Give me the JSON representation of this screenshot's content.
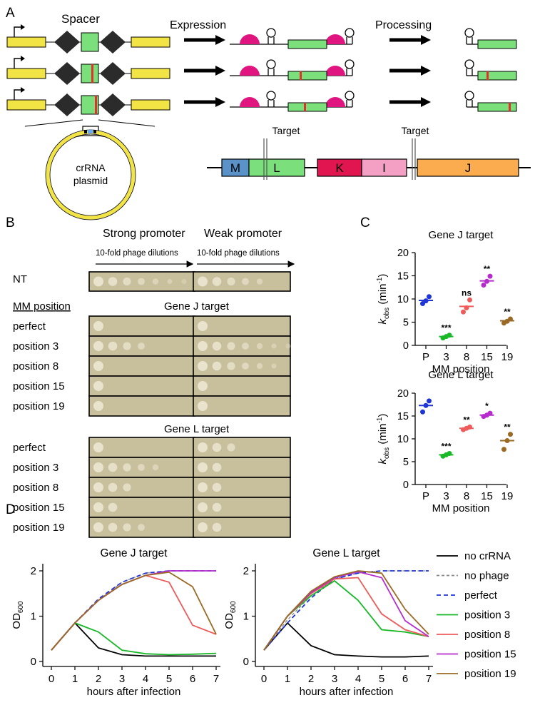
{
  "panel_labels": {
    "a": "A",
    "b": "B",
    "c": "C",
    "d": "D"
  },
  "panel_a": {
    "spacer_label": "Spacer",
    "expression_label": "Expression",
    "processing_label": "Processing",
    "plasmid_label_1": "crRNA",
    "plasmid_label_2": "plasmid",
    "target_label": "Target",
    "genes": [
      "M",
      "L",
      "K",
      "I",
      "J"
    ],
    "colors": {
      "repeat_flank": "#f3e445",
      "spacer": "#7be07b",
      "mismatch": "#e0312a",
      "cas": "#e0157f",
      "plasmid": "#f3e445",
      "gene_M": "#5b93c9",
      "gene_L": "#7be07b",
      "gene_K": "#e1154f",
      "gene_I": "#f4a0c4",
      "gene_J": "#fbac4e"
    }
  },
  "panel_b": {
    "strong_promoter": "Strong promoter",
    "weak_promoter": "Weak promoter",
    "dilutions_label": "10-fold phage dilutions",
    "nt_label": "NT",
    "mm_position_header": "MM position",
    "gene_j_title": "Gene J target",
    "gene_l_title": "Gene L target",
    "row_labels": [
      "perfect",
      "position 3",
      "position 8",
      "position 15",
      "position 19"
    ],
    "plaques": {
      "NT": [
        7,
        5
      ],
      "J": [
        [
          1,
          1
        ],
        [
          4,
          7
        ],
        [
          1,
          6
        ],
        [
          1,
          1
        ],
        [
          1,
          1
        ]
      ],
      "L": [
        [
          1,
          3
        ],
        [
          5,
          2
        ],
        [
          3,
          2
        ],
        [
          2,
          2
        ],
        [
          4,
          2
        ]
      ]
    }
  },
  "panel_c": {
    "xlabel": "MM position",
    "ylabel_k": "k",
    "ylabel_sub": "obs",
    "ylabel_unit": "(min",
    "ylabel_sup": "-1",
    "ylabel_close": ")",
    "chart_data": [
      {
        "type": "scatter",
        "title": "Gene J target",
        "categories": [
          "P",
          "3",
          "8",
          "15",
          "19"
        ],
        "ylim": [
          0,
          20
        ],
        "yticks": [
          0,
          5,
          10,
          15,
          20
        ],
        "colors": [
          "#1f35d6",
          "#19b828",
          "#ee5b5b",
          "#b52bcc",
          "#9a6a24"
        ],
        "points": [
          [
            9.0,
            9.6,
            10.5
          ],
          [
            1.6,
            1.9,
            2.2
          ],
          [
            7.2,
            8.1,
            9.8
          ],
          [
            13.0,
            13.8,
            14.9
          ],
          [
            4.8,
            5.2,
            5.7
          ]
        ],
        "means": [
          9.7,
          1.9,
          8.4,
          13.9,
          5.3
        ],
        "significance": [
          "",
          "***",
          "ns",
          "**",
          "**"
        ]
      },
      {
        "type": "scatter",
        "title": "Gene L target",
        "categories": [
          "P",
          "3",
          "8",
          "15",
          "19"
        ],
        "ylim": [
          0,
          20
        ],
        "yticks": [
          0,
          5,
          10,
          15,
          20
        ],
        "colors": [
          "#1f35d6",
          "#19b828",
          "#ee5b5b",
          "#b52bcc",
          "#9a6a24"
        ],
        "points": [
          [
            15.9,
            17.3,
            18.3
          ],
          [
            6.2,
            6.5,
            6.8
          ],
          [
            12.0,
            12.3,
            12.6
          ],
          [
            14.9,
            15.2,
            15.6
          ],
          [
            7.7,
            9.6,
            11.0
          ]
        ],
        "means": [
          17.3,
          6.5,
          12.3,
          15.2,
          9.6
        ],
        "significance": [
          "",
          "***",
          "**",
          "*",
          "**"
        ]
      }
    ]
  },
  "panel_d": {
    "xlabel": "hours after infection",
    "ylabel": "OD",
    "ylabel_sub": "600",
    "legend": [
      {
        "name": "no crRNA",
        "color": "#000000",
        "style": "solid"
      },
      {
        "name": "no phage",
        "color": "#888888",
        "style": "dashed"
      },
      {
        "name": "perfect",
        "color": "#1f35d6",
        "style": "dashed"
      },
      {
        "name": "position 3",
        "color": "#19b828",
        "style": "solid"
      },
      {
        "name": "position 8",
        "color": "#ee5b5b",
        "style": "solid"
      },
      {
        "name": "position 15",
        "color": "#b52bcc",
        "style": "solid"
      },
      {
        "name": "position 19",
        "color": "#9a6a24",
        "style": "solid"
      }
    ],
    "chart_data": [
      {
        "type": "line",
        "title": "Gene J target",
        "x": [
          0,
          1,
          2,
          3,
          4,
          5,
          6,
          7
        ],
        "xlim": [
          0,
          7
        ],
        "ylim": [
          0,
          2
        ],
        "yticks": [
          0,
          1,
          2
        ],
        "series": [
          {
            "name": "no crRNA",
            "values": [
              0.25,
              0.85,
              0.3,
              0.15,
              0.12,
              0.12,
              0.12,
              0.12
            ]
          },
          {
            "name": "no phage",
            "values": [
              0.25,
              0.85,
              1.35,
              1.75,
              1.95,
              2.0,
              2.0,
              2.0
            ]
          },
          {
            "name": "perfect",
            "values": [
              0.25,
              0.85,
              1.38,
              1.75,
              1.95,
              2.0,
              2.0,
              2.0
            ]
          },
          {
            "name": "position 3",
            "values": [
              0.25,
              0.85,
              0.65,
              0.25,
              0.17,
              0.15,
              0.16,
              0.18
            ]
          },
          {
            "name": "position 8",
            "values": [
              0.25,
              0.85,
              1.35,
              1.7,
              1.9,
              1.75,
              0.8,
              0.6
            ]
          },
          {
            "name": "position 15",
            "values": [
              0.25,
              0.85,
              1.35,
              1.7,
              1.9,
              2.0,
              2.0,
              2.0
            ]
          },
          {
            "name": "position 19",
            "values": [
              0.25,
              0.85,
              1.35,
              1.7,
              1.9,
              1.97,
              1.65,
              0.6
            ]
          }
        ]
      },
      {
        "type": "line",
        "title": "Gene L target",
        "x": [
          0,
          1,
          2,
          3,
          4,
          5,
          6,
          7
        ],
        "xlim": [
          0,
          7
        ],
        "ylim": [
          0,
          2
        ],
        "yticks": [
          0,
          1,
          2
        ],
        "series": [
          {
            "name": "no crRNA",
            "values": [
              0.25,
              0.85,
              0.35,
              0.15,
              0.12,
              0.1,
              0.1,
              0.12
            ]
          },
          {
            "name": "no phage",
            "values": [
              0.25,
              0.92,
              1.45,
              1.82,
              1.95,
              2.0,
              2.0,
              2.0
            ]
          },
          {
            "name": "perfect",
            "values": [
              0.25,
              0.85,
              1.4,
              1.82,
              1.95,
              2.0,
              2.0,
              2.0
            ]
          },
          {
            "name": "position 3",
            "values": [
              0.25,
              1.0,
              1.45,
              1.78,
              1.35,
              0.7,
              0.65,
              0.55
            ]
          },
          {
            "name": "position 8",
            "values": [
              0.25,
              1.0,
              1.5,
              1.82,
              1.85,
              1.05,
              0.7,
              0.55
            ]
          },
          {
            "name": "position 15",
            "values": [
              0.25,
              1.0,
              1.52,
              1.85,
              1.98,
              1.85,
              0.9,
              0.55
            ]
          },
          {
            "name": "position 19",
            "values": [
              0.25,
              1.0,
              1.55,
              1.87,
              2.0,
              1.95,
              1.15,
              0.6
            ]
          }
        ]
      }
    ]
  }
}
